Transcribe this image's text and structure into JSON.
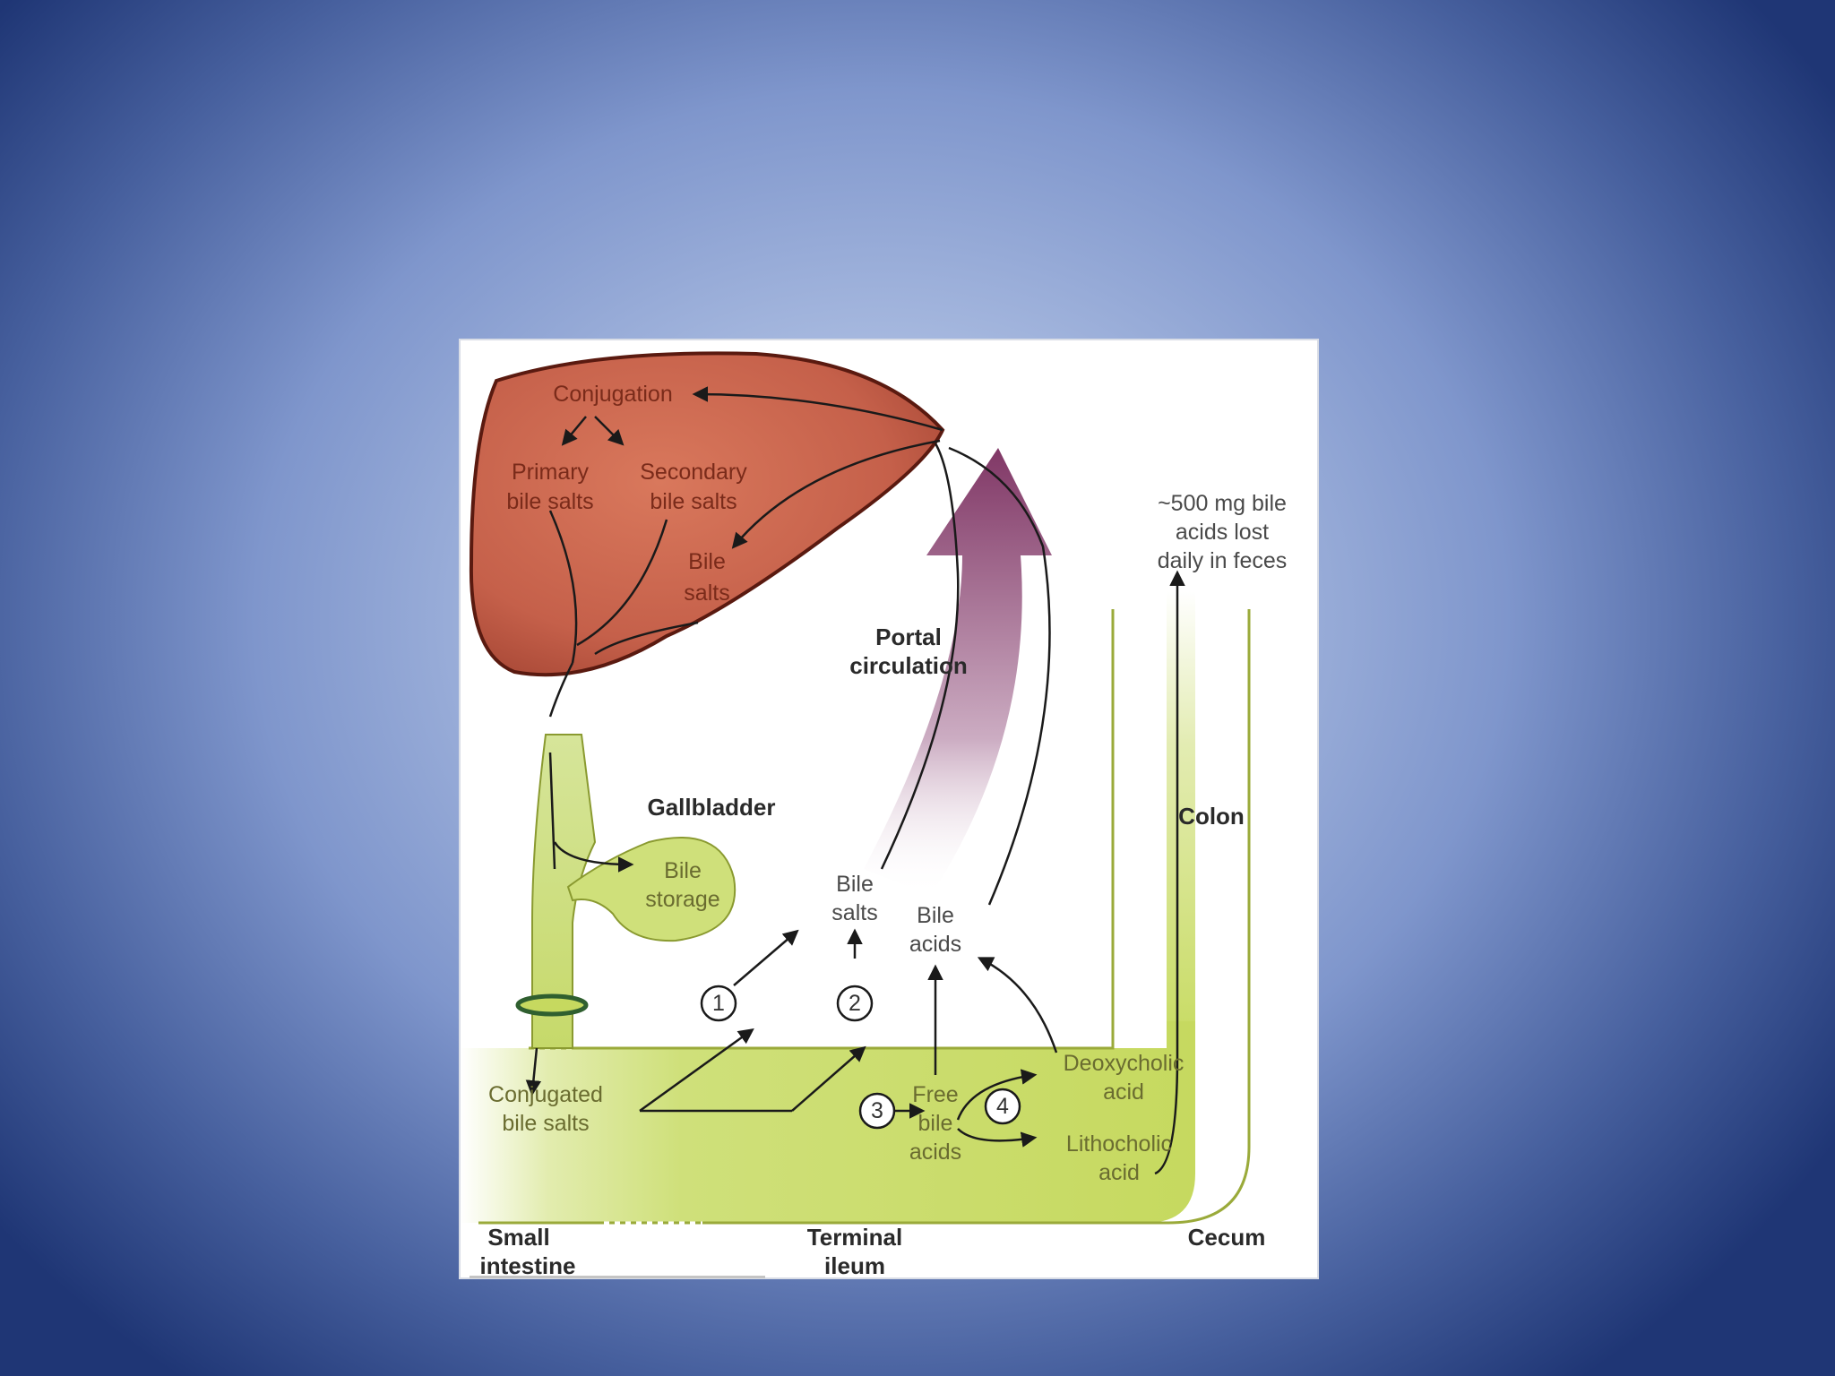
{
  "diagram": {
    "liver": {
      "conjugation": "Conjugation",
      "primary_line1": "Primary",
      "primary_line2": "bile salts",
      "secondary_line1": "Secondary",
      "secondary_line2": "bile salts",
      "bile_salts_line1": "Bile",
      "bile_salts_line2": "salts"
    },
    "gallbladder": {
      "title": "Gallbladder",
      "storage_line1": "Bile",
      "storage_line2": "storage"
    },
    "portal": {
      "line1": "Portal",
      "line2": "circulation"
    },
    "feces_note": {
      "line1": "~500 mg bile",
      "line2": "acids lost",
      "line3": "daily in feces"
    },
    "colon": "Colon",
    "absorbed": {
      "bile_salts_line1": "Bile",
      "bile_salts_line2": "salts",
      "bile_acids_line1": "Bile",
      "bile_acids_line2": "acids"
    },
    "steps": [
      "1",
      "2",
      "3",
      "4"
    ],
    "intestine": {
      "conjugated_line1": "Conjugated",
      "conjugated_line2": "bile salts",
      "free_line1": "Free",
      "free_line2": "bile",
      "free_line3": "acids",
      "deoxy_line1": "Deoxycholic",
      "deoxy_line2": "acid",
      "litho_line1": "Lithocholic",
      "litho_line2": "acid"
    },
    "regions": {
      "small_line1": "Small",
      "small_line2": "intestine",
      "terminal_line1": "Terminal",
      "terminal_line2": "ileum",
      "cecum": "Cecum"
    }
  },
  "colors": {
    "liver": "#c8654a",
    "intestine": "#cfe07a",
    "portal_arrow": "#7a2d5e"
  }
}
